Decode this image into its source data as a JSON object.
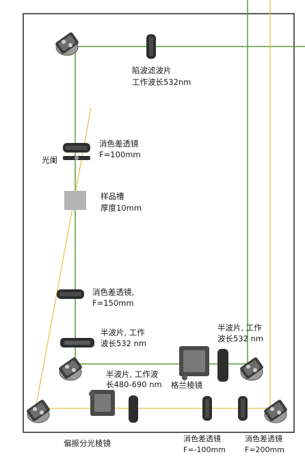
{
  "colors": {
    "green_beam": "#5a9a3c",
    "yellow_beam": "#e8c24a",
    "frame": "#222222",
    "mount_dark": "#3d3d3d",
    "mount_light": "#8a8a8a",
    "sample": "#b5b5b5"
  },
  "labels": {
    "notch_filter": [
      "陷波滤波片",
      "工作波长532nm"
    ],
    "achromat_top": [
      "消色差透镜",
      "F=100mm"
    ],
    "aperture": "光阑",
    "sample_cell": [
      "样品槽",
      "厚度10mm"
    ],
    "achromat_mid": [
      "消色差透镜,",
      "F=150mm"
    ],
    "halfwave_green": [
      "半波片, 工作",
      "波长532 nm"
    ],
    "halfwave_right": [
      "半波片, 工作",
      "波长532 nm"
    ],
    "halfwave_broad": [
      "半波片, 工作波",
      "长480-690 nm"
    ],
    "glan_prism": "格兰棱镜",
    "pbs": "偏振分光棱镜",
    "achromat_neg": [
      "消色差透镜",
      "F=-100mm"
    ],
    "achromat_200": [
      "消色差透镜",
      "F=200mm"
    ]
  }
}
